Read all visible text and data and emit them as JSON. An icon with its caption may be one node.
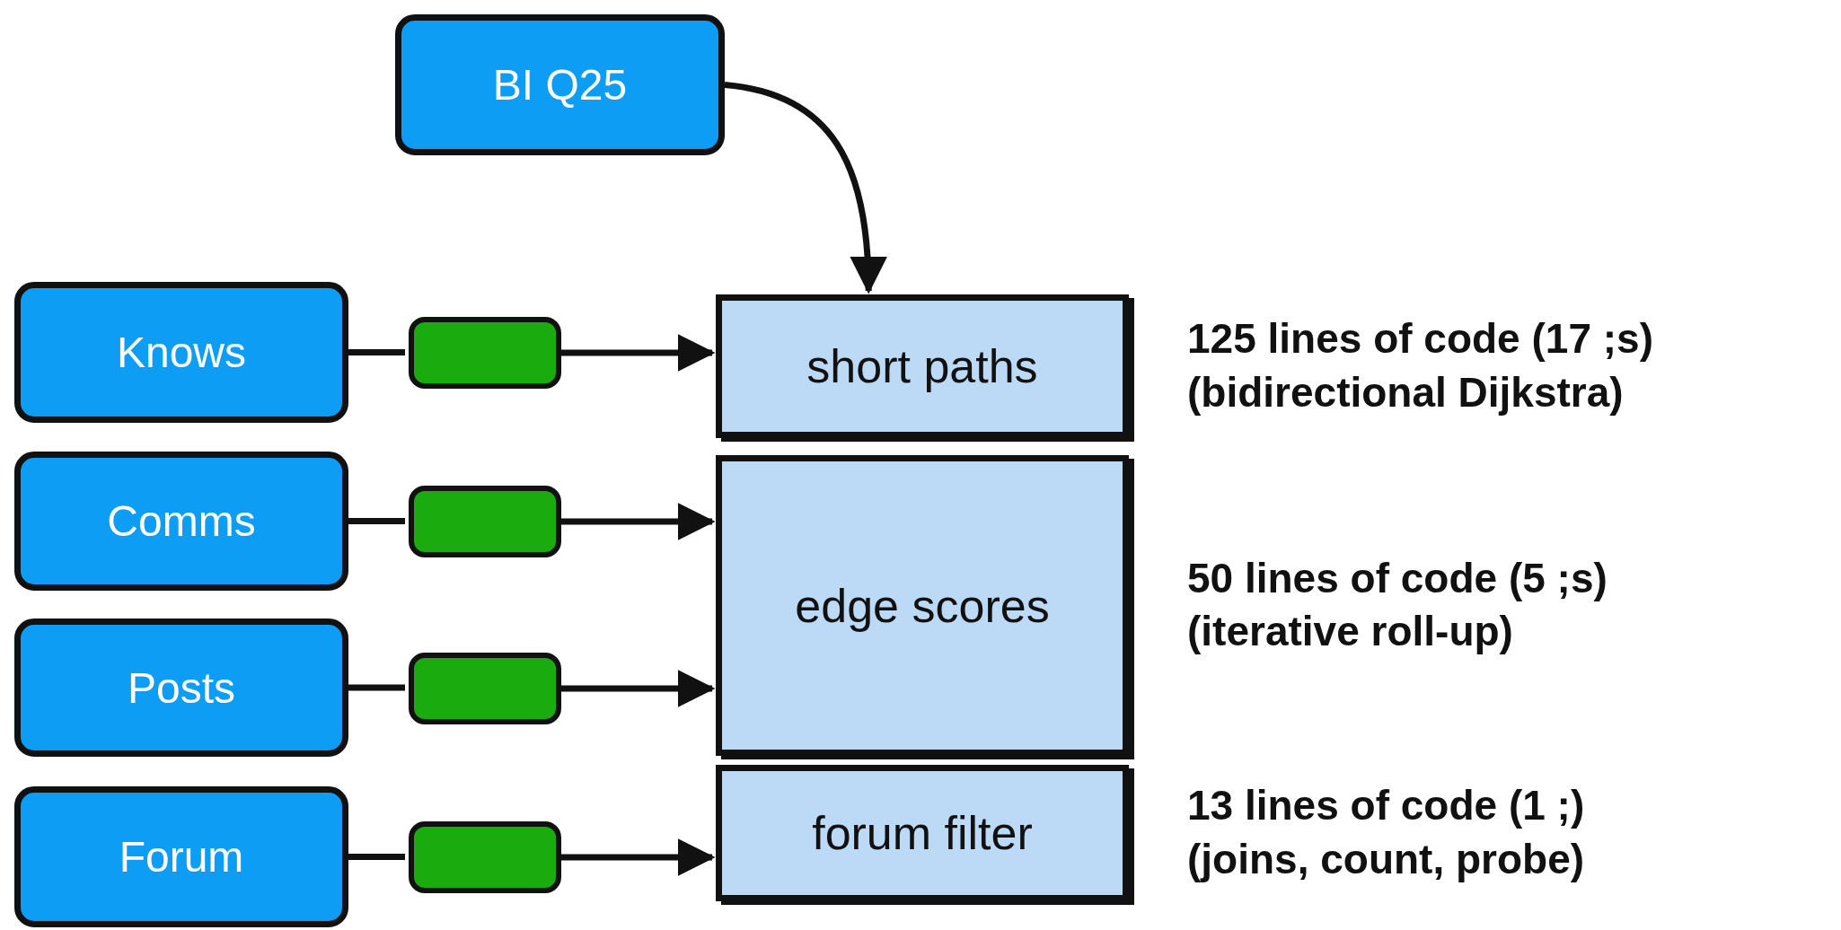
{
  "diagram": {
    "nodes": [
      {
        "text": [
          "BI Q25"
        ]
      },
      {
        "text": [
          "Knows"
        ]
      },
      {
        "text": [
          "Comms"
        ]
      },
      {
        "text": [
          "Posts"
        ]
      },
      {
        "text": [
          "Forum"
        ]
      },
      {
        "text": [],
        "shape": "box"
      },
      {
        "text": [],
        "shape": "box"
      },
      {
        "text": [],
        "shape": "box"
      },
      {
        "text": [],
        "shape": "box"
      },
      {
        "text": [
          "short paths"
        ],
        "beside": [
          "125 lines of code (17 ;s)",
          "(bidirectional Dijkstra)"
        ]
      },
      {
        "text": [
          "edge scores"
        ],
        "beside": [
          "50 lines of code (5 ;s)",
          "(iterative roll-up)"
        ]
      },
      {
        "text": [
          "forum filter"
        ],
        "beside": [
          "13 lines of code (1 ;)",
          "(joins, count, probe)"
        ]
      }
    ],
    "edges": [
      {
        "from": 0,
        "to": 9,
        "arrow": "to"
      },
      {
        "from": 1,
        "to": 5,
        "arrow": "none"
      },
      {
        "from": 5,
        "to": 9,
        "arrow": "to"
      },
      {
        "from": 2,
        "to": 6,
        "arrow": "none"
      },
      {
        "from": 6,
        "to": 10,
        "arrow": "to"
      },
      {
        "from": 3,
        "to": 7,
        "arrow": "none"
      },
      {
        "from": 7,
        "to": 10,
        "arrow": "to"
      },
      {
        "from": 4,
        "to": 8,
        "arrow": "none"
      },
      {
        "from": 8,
        "to": 11,
        "arrow": "to"
      }
    ]
  }
}
